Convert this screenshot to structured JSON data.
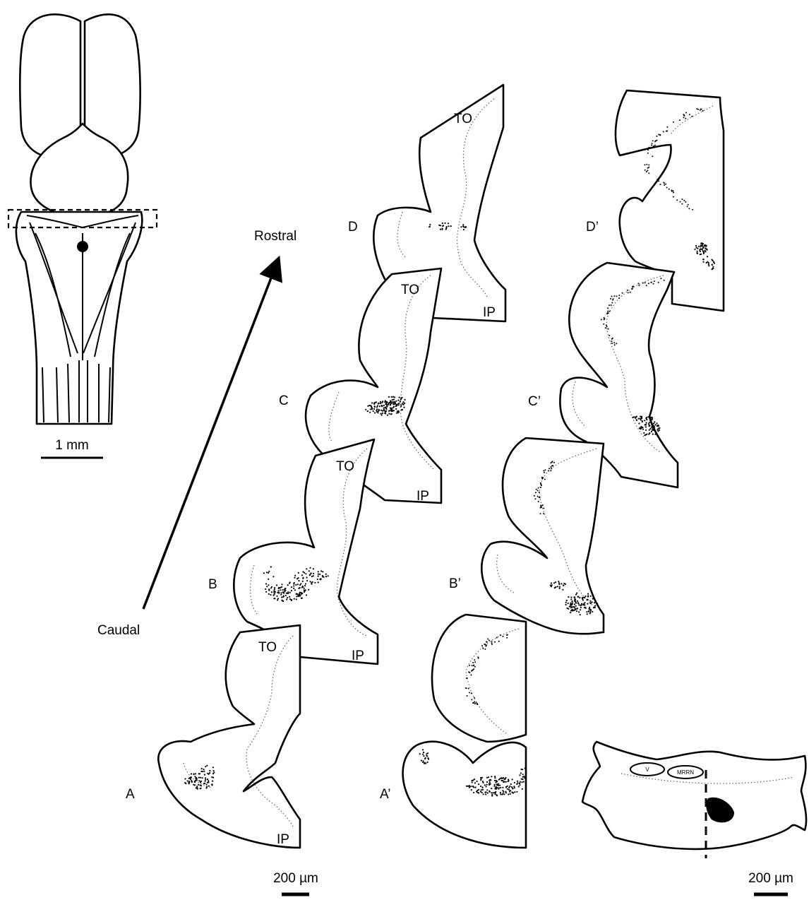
{
  "labels": {
    "rostral": "Rostral",
    "caudal": "Caudal",
    "scale_brain": "1 mm",
    "scale_sections": "200 µm",
    "scale_inset": "200 µm",
    "A": "A",
    "B": "B",
    "C": "C",
    "D": "D",
    "A_prime": "A’",
    "B_prime": "B’",
    "C_prime": "C’",
    "D_prime": "D’",
    "TO": "TO",
    "IP": "IP",
    "V": "V",
    "MRRN": "MRRN"
  },
  "colors": {
    "line": "#000000",
    "background": "#ffffff"
  }
}
